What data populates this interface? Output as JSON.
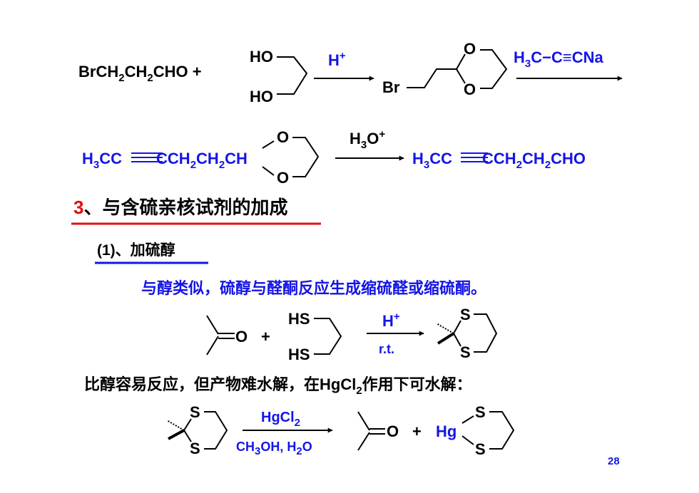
{
  "reaction1": {
    "reactant": [
      "BrCH",
      "2",
      "CH",
      "2",
      "CHO +"
    ],
    "diol_top": "HO",
    "diol_bottom": "HO",
    "catalyst": [
      "H",
      "+"
    ],
    "acetal_br": "Br",
    "acetal_o_top": "O",
    "acetal_o_bottom": "O",
    "reagent": [
      "H",
      "3",
      "C",
      "−",
      "C",
      "≡",
      "CNa"
    ]
  },
  "reaction2": {
    "start": [
      "H",
      "3",
      "CC",
      "C",
      "CH",
      "2",
      "CH",
      "2",
      "CH"
    ],
    "o_top": "O",
    "o_bottom": "O",
    "reagent": [
      "H",
      "3",
      "O",
      "+"
    ],
    "product": [
      "H",
      "3",
      "CC",
      "CCH",
      "2",
      "CH",
      "2",
      "CHO"
    ]
  },
  "section_heading": {
    "number": "3",
    "text": "、与含硫亲核试剂的加成",
    "underline_color": "#e01010"
  },
  "subheading": {
    "text": "(1)、加硫醇",
    "underline_color": "#1515e6"
  },
  "description": "与醇类似，硫醇与醛酮反应生成缩硫醛或缩硫酮。",
  "reaction3": {
    "carbonyl_o": "=O",
    "plus": "+",
    "hs_top": "HS",
    "hs_bottom": "HS",
    "catalyst": [
      "H",
      "+"
    ],
    "condition": "r.t.",
    "s_top": "S",
    "s_bottom": "S"
  },
  "note": [
    "比醇容易反应，但产物难水解，在HgCl",
    "2",
    "作用下可水解："
  ],
  "reaction4": {
    "s_top": "S",
    "s_bottom": "S",
    "reagent_top": [
      "HgCl",
      "2"
    ],
    "reagent_bottom": [
      "CH",
      "3",
      "OH, H",
      "2",
      "O"
    ],
    "carbonyl_o": "=O",
    "plus": "+",
    "hg": "Hg",
    "hg_s_top": "S",
    "hg_s_bottom": "S"
  },
  "page_number": "28",
  "colors": {
    "blue": "#1515e6",
    "red": "#e01010",
    "black": "#000000"
  }
}
